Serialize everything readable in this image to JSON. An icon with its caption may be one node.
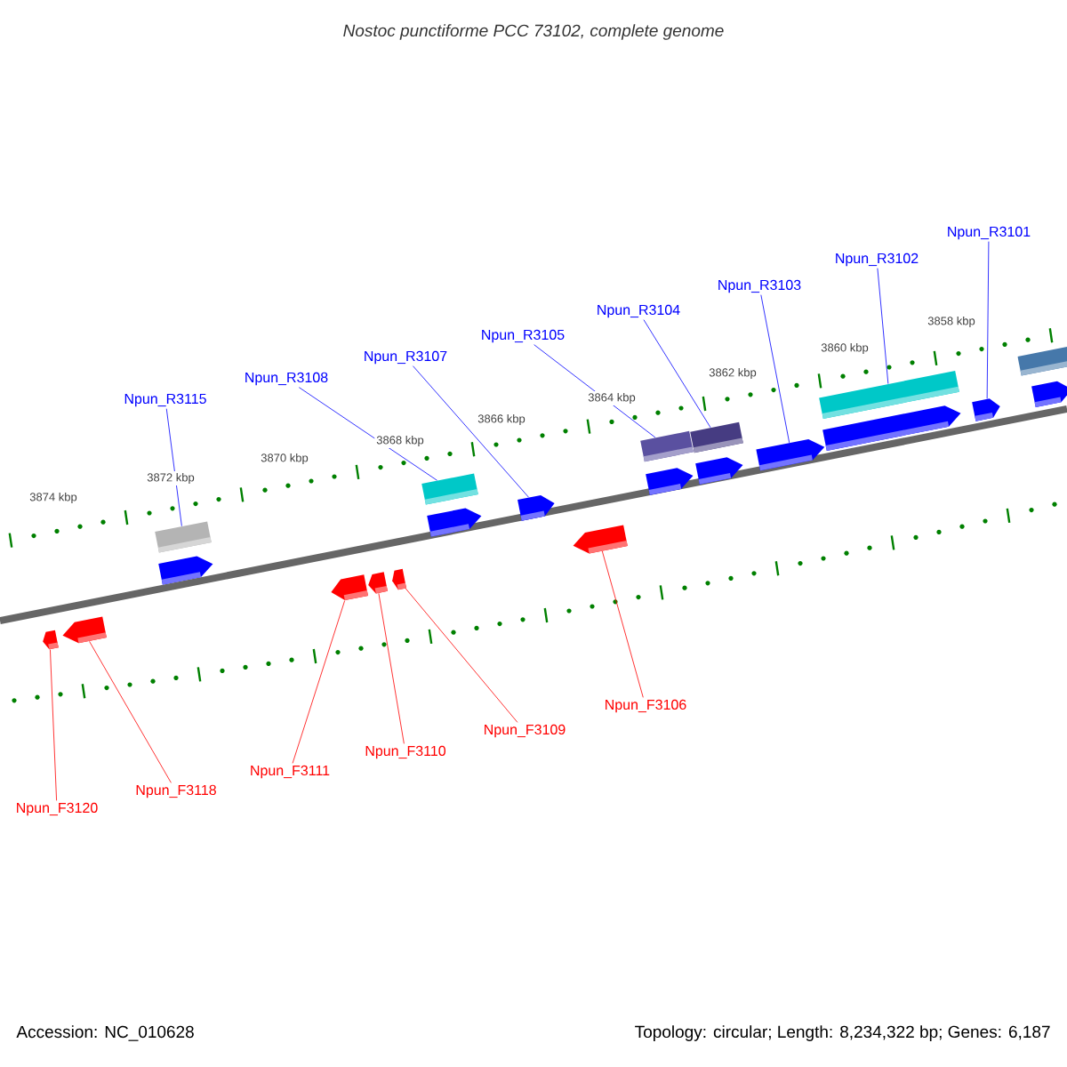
{
  "diagram": {
    "title": "Nostoc punctiforme PCC 73102, complete genome",
    "nodes": [
      {
        "text": [
          "Npun_R3115"
        ]
      },
      {
        "text": [
          "Npun_R3108"
        ]
      },
      {
        "text": [
          "Npun_R3107"
        ]
      },
      {
        "text": [
          "Npun_R3105"
        ]
      },
      {
        "text": [
          "Npun_R3104"
        ]
      },
      {
        "text": [
          "Npun_R3103"
        ]
      },
      {
        "text": [
          "Npun_R3102"
        ]
      },
      {
        "text": [
          "Npun_R3101"
        ]
      },
      {
        "text": [
          "Npun_F3120"
        ]
      },
      {
        "text": [
          "Npun_F3118"
        ]
      },
      {
        "text": [
          "Npun_F3111"
        ]
      },
      {
        "text": [
          "Npun_F3110"
        ]
      },
      {
        "text": [
          "Npun_F3109"
        ]
      },
      {
        "text": [
          "Npun_F3106"
        ]
      },
      {
        "text": [],
        "shape": "pentagon"
      },
      {
        "text": [],
        "shape": "pentagon"
      },
      {
        "text": [],
        "shape": "box"
      },
      {
        "text": [],
        "shape": "pentagon"
      },
      {
        "text": [],
        "shape": "pentagon"
      },
      {
        "text": [],
        "shape": "pentagon"
      },
      {
        "text": [],
        "shape": "pentagon"
      },
      {
        "text": [],
        "shape": "box"
      },
      {
        "text": [],
        "shape": "pentagon"
      },
      {
        "text": [],
        "shape": "pentagon"
      },
      {
        "text": [],
        "shape": "pentagon"
      },
      {
        "text": [],
        "shape": "box"
      },
      {
        "text": [],
        "shape": "pentagon"
      },
      {
        "text": [],
        "shape": "box"
      },
      {
        "text": [],
        "shape": "pentagon"
      },
      {
        "text": [],
        "shape": "pentagon"
      },
      {
        "text": [],
        "shape": "box"
      },
      {
        "text": [],
        "shape": "pentagon"
      },
      {
        "text": [],
        "shape": "pentagon"
      },
      {
        "text": [],
        "shape": "box"
      },
      {
        "text": [],
        "shape": "pentagon"
      }
    ],
    "edges": [
      {
        "from": 0,
        "to": 16,
        "arrow": "none"
      },
      {
        "from": 1,
        "to": 21,
        "arrow": "none"
      },
      {
        "from": 2,
        "to": 23,
        "arrow": "none"
      },
      {
        "from": 3,
        "to": 25,
        "arrow": "none"
      },
      {
        "from": 4,
        "to": 27,
        "arrow": "none"
      },
      {
        "from": 5,
        "to": 29,
        "arrow": "none"
      },
      {
        "from": 6,
        "to": 30,
        "arrow": "none"
      },
      {
        "from": 7,
        "to": 32,
        "arrow": "none"
      },
      {
        "from": 8,
        "to": 14,
        "arrow": "none",
        "color": "#ff0000"
      },
      {
        "from": 9,
        "to": 15,
        "arrow": "none",
        "color": "#ff0000"
      },
      {
        "from": 10,
        "to": 18,
        "arrow": "none",
        "color": "#ff0000"
      },
      {
        "from": 11,
        "to": 19,
        "arrow": "none",
        "color": "#ff0000"
      },
      {
        "from": 12,
        "to": 20,
        "arrow": "none",
        "color": "#ff0000"
      },
      {
        "from": 13,
        "to": 24,
        "arrow": "none",
        "color": "#ff0000"
      }
    ],
    "labels": [
      "3874 kbp",
      "3872 kbp",
      "3870 kbp",
      "3868 kbp",
      "3866 kbp",
      "3864 kbp",
      "3862 kbp",
      "3860 kbp",
      "3858 kbp",
      "Accession: NC_010628",
      "Topology: circular; Length: 8,234,322 bp; Genes: 6,187"
    ]
  }
}
